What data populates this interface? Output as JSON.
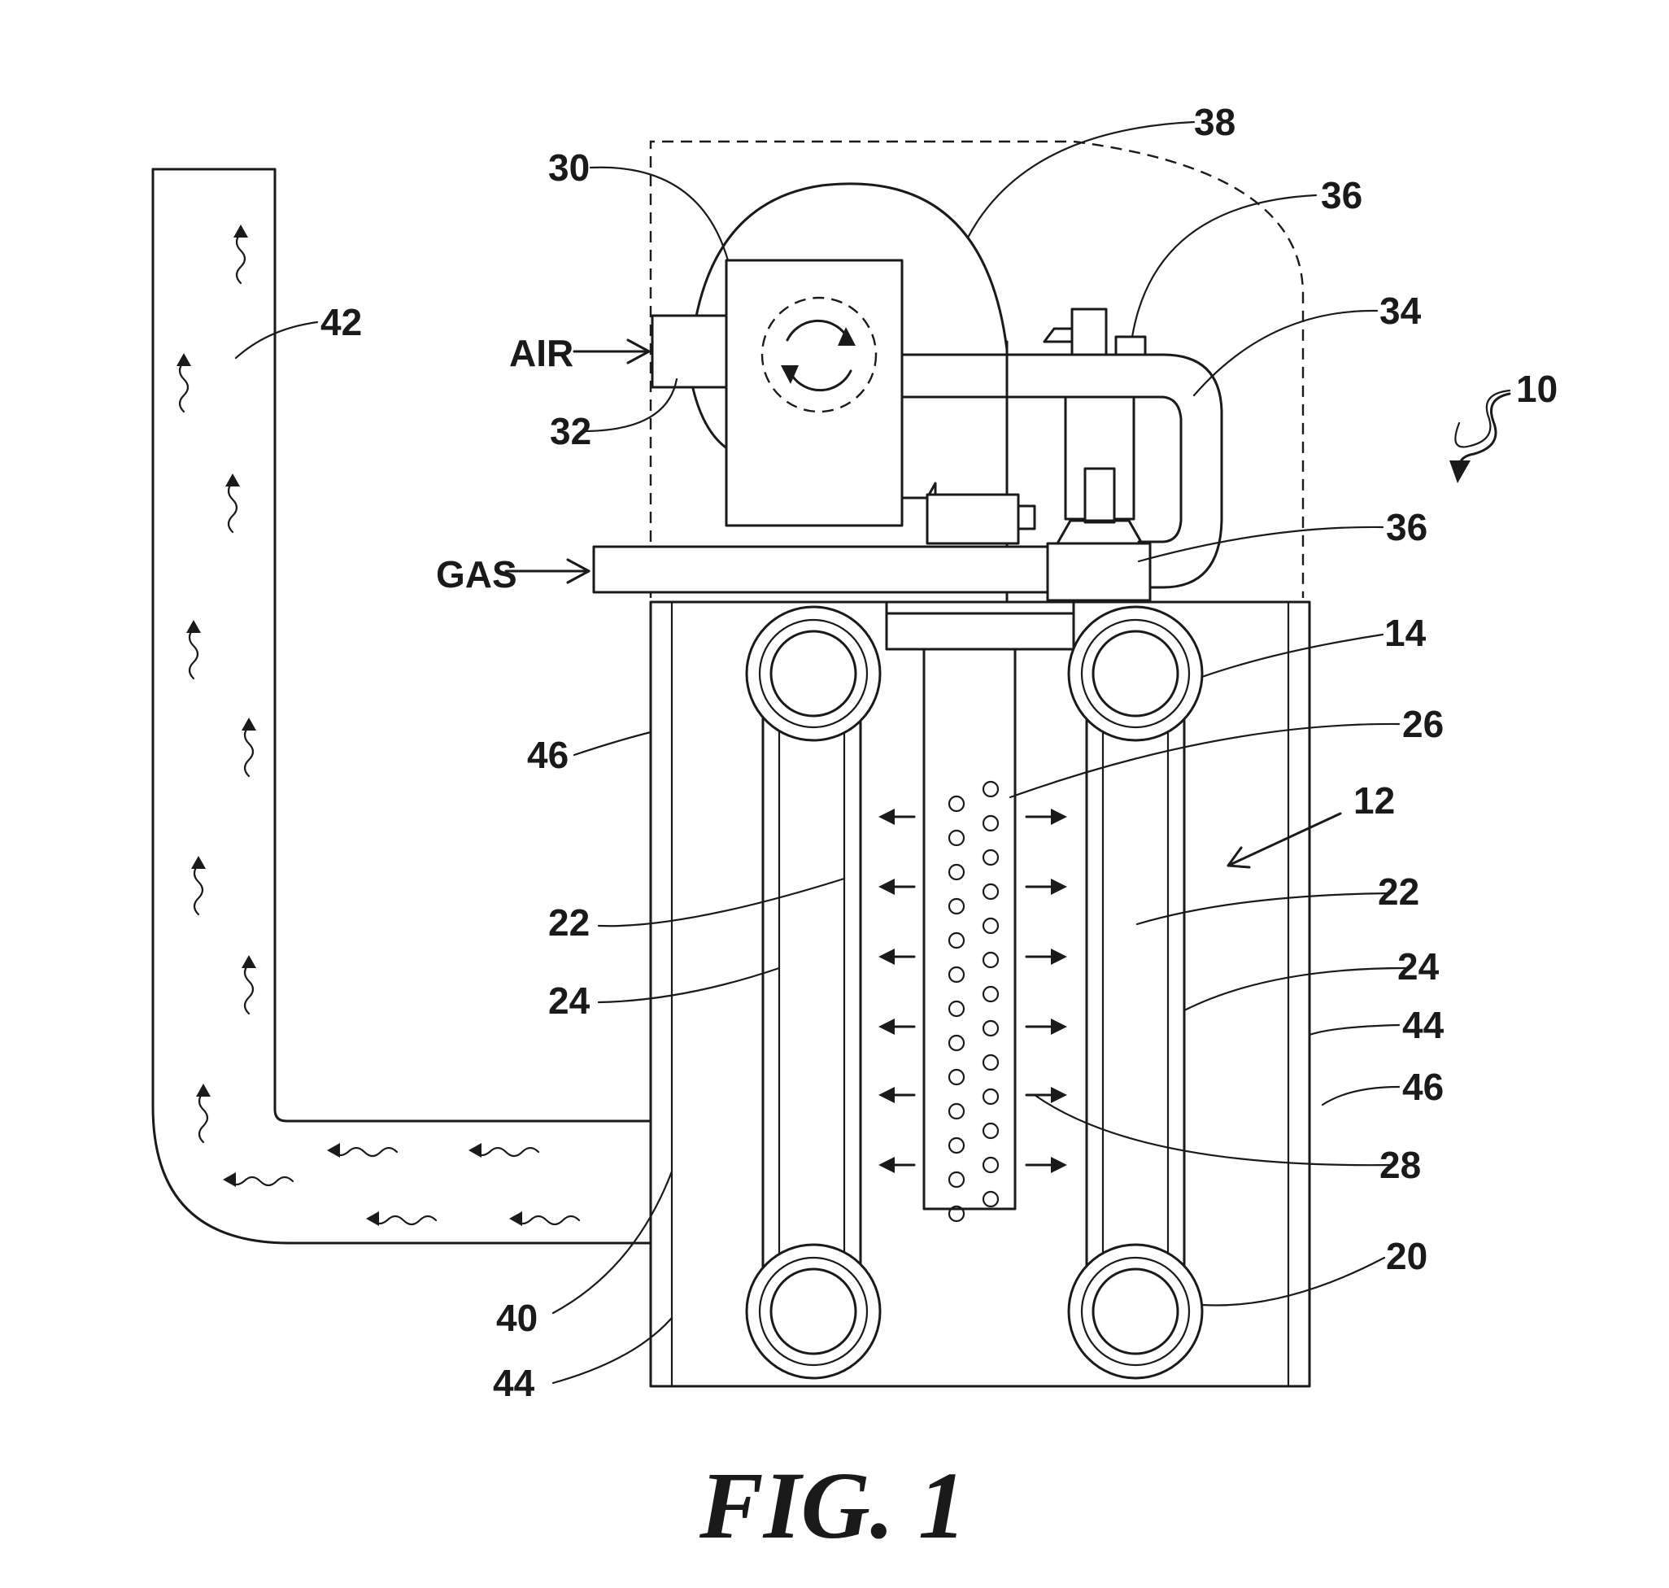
{
  "figure": {
    "caption": "FIG. 1",
    "inputs": {
      "air": "AIR",
      "gas": "GAS"
    },
    "labels": [
      "10",
      "12",
      "14",
      "20",
      "22",
      "22",
      "24",
      "24",
      "26",
      "28",
      "30",
      "32",
      "34",
      "36",
      "36",
      "38",
      "40",
      "42",
      "44",
      "44",
      "46",
      "46"
    ]
  }
}
